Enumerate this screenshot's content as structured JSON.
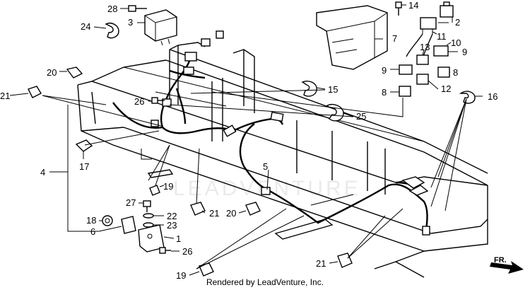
{
  "diagram": {
    "watermark": "LEADVENTURE",
    "footer_text": "Rendered by LeadVenture, Inc.",
    "direction_label": "FR.",
    "callouts": [
      {
        "id": "c28",
        "label": "28"
      },
      {
        "id": "c14",
        "label": "14"
      },
      {
        "id": "c3",
        "label": "3"
      },
      {
        "id": "c2",
        "label": "2"
      },
      {
        "id": "c24",
        "label": "24"
      },
      {
        "id": "c7",
        "label": "7"
      },
      {
        "id": "c11",
        "label": "11"
      },
      {
        "id": "c10",
        "label": "10"
      },
      {
        "id": "c13",
        "label": "13"
      },
      {
        "id": "c9a",
        "label": "9"
      },
      {
        "id": "c9b",
        "label": "9"
      },
      {
        "id": "c8a",
        "label": "8"
      },
      {
        "id": "c8b",
        "label": "8"
      },
      {
        "id": "c12",
        "label": "12"
      },
      {
        "id": "c20a",
        "label": "20"
      },
      {
        "id": "c15",
        "label": "15"
      },
      {
        "id": "c16",
        "label": "16"
      },
      {
        "id": "c21a",
        "label": "21"
      },
      {
        "id": "c26a",
        "label": "26"
      },
      {
        "id": "c25",
        "label": "25"
      },
      {
        "id": "c17",
        "label": "17"
      },
      {
        "id": "c4",
        "label": "4"
      },
      {
        "id": "c5",
        "label": "5"
      },
      {
        "id": "c19a",
        "label": "19"
      },
      {
        "id": "c27",
        "label": "27"
      },
      {
        "id": "c21b",
        "label": "21"
      },
      {
        "id": "c20b",
        "label": "20"
      },
      {
        "id": "c18",
        "label": "18"
      },
      {
        "id": "c22",
        "label": "22"
      },
      {
        "id": "c23",
        "label": "23"
      },
      {
        "id": "c6",
        "label": "6"
      },
      {
        "id": "c1",
        "label": "1"
      },
      {
        "id": "c26b",
        "label": "26"
      },
      {
        "id": "c19b",
        "label": "19"
      },
      {
        "id": "c21c",
        "label": "21"
      }
    ]
  }
}
